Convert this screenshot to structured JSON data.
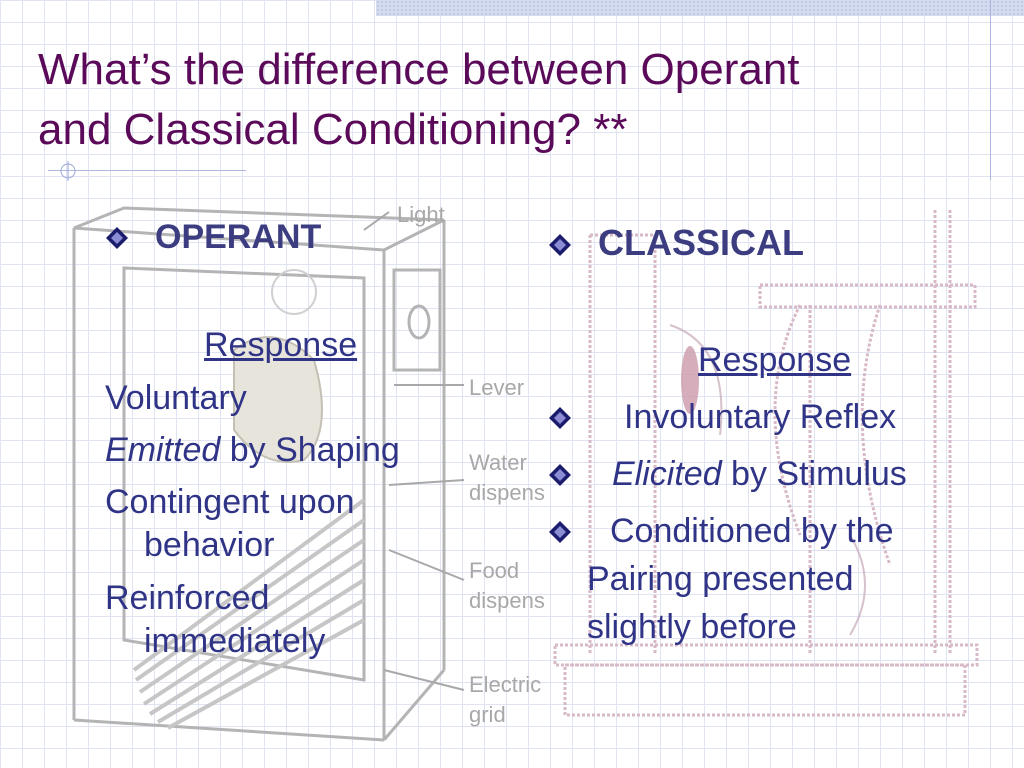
{
  "title": {
    "line1": "What’s the difference between Operant",
    "line2": "and Classical Conditioning? **"
  },
  "illustrations": {
    "skinner_box_labels": [
      "Light",
      "Lever",
      "Water",
      "dispenser",
      "Food",
      "dispenser",
      "Electric",
      "grid"
    ]
  },
  "operant": {
    "heading": "OPERANT",
    "response_link": "Response",
    "voluntary": "Voluntary",
    "emitted_italic": "Emitted",
    "emitted_rest": " by Shaping",
    "contingent_line1": "Contingent upon",
    "contingent_line2": "behavior",
    "reinforced_line1": "Reinforced",
    "reinforced_line2": "immediately"
  },
  "classical": {
    "heading": "CLASSICAL",
    "response_link": "Response",
    "involuntary": "Involuntary Reflex",
    "elicited_italic": "Elicited",
    "elicited_rest": " by Stimulus",
    "conditioned_line1": "Conditioned by the",
    "conditioned_line2": "Pairing presented",
    "conditioned_line3": "slightly before"
  },
  "colors": {
    "title": "#5a0a59",
    "body_text": "#303486",
    "heading": "#3c3c80",
    "bullet": "#1c1c6c",
    "grid": "#dfe3f2"
  }
}
